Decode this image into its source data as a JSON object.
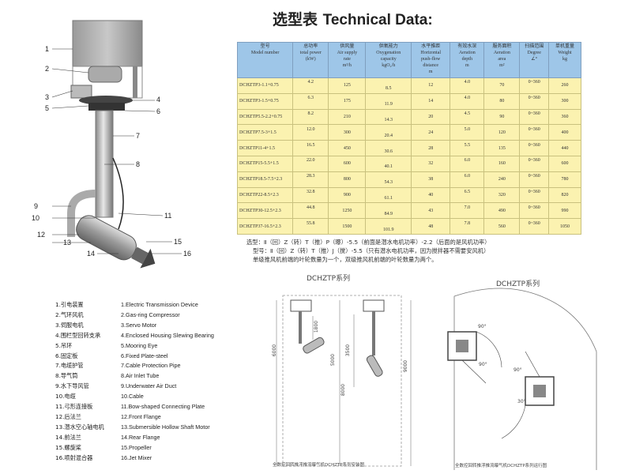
{
  "title": {
    "cn": "选型表",
    "en": "Technical Data:"
  },
  "table": {
    "headers": [
      [
        "型号",
        "Model number"
      ],
      [
        "总功率",
        "total power",
        "(kW)"
      ],
      [
        "供风量",
        "Air supply",
        "rate",
        "m³/h"
      ],
      [
        "供氧能力",
        "Oxygenation",
        "capacity",
        "kgO₂/h"
      ],
      [
        "水平推距",
        "Horizontal",
        "push-flow",
        "distance",
        "m"
      ],
      [
        "有效水深",
        "Aeration",
        "depth",
        "m"
      ],
      [
        "服务面积",
        "Aeration",
        "area",
        "m²"
      ],
      [
        "扫描范围",
        "Degree",
        "∠°"
      ],
      [
        "单机重量",
        "Weight",
        "",
        "kg"
      ]
    ],
    "rows": [
      [
        "DCHZTP3-1.1+0.75",
        "4.2",
        "125",
        "8.5",
        "12",
        "4.0",
        "70",
        "0~360",
        "260"
      ],
      [
        "DCHZTP3-1.5+0.75",
        "6.3",
        "175",
        "11.9",
        "14",
        "4.0",
        "80",
        "0~360",
        "300"
      ],
      [
        "DCHZTP5.5-2.2+0.75",
        "8.2",
        "210",
        "14.3",
        "20",
        "4.5",
        "90",
        "0~360",
        "360"
      ],
      [
        "DCHZTP7.5-3+1.5",
        "12.0",
        "300",
        "20.4",
        "24",
        "5.0",
        "120",
        "0~360",
        "400"
      ],
      [
        "DCHZTP11-4+1.5",
        "16.5",
        "450",
        "30.6",
        "28",
        "5.5",
        "135",
        "0~360",
        "440"
      ],
      [
        "DCHZTP15-5.5+1.5",
        "22.0",
        "600",
        "40.1",
        "32",
        "6.0",
        "160",
        "0~360",
        "600"
      ],
      [
        "DCHZTP18.5-7.5+2.3",
        "28.3",
        "800",
        "54.3",
        "38",
        "6.0",
        "240",
        "0~360",
        "780"
      ],
      [
        "DCHZTP22-8.5+2.3",
        "32.8",
        "900",
        "61.1",
        "40",
        "6.5",
        "320",
        "0~360",
        "820"
      ],
      [
        "DCHZTP30-12.5+2.3",
        "44.8",
        "1250",
        "84.9",
        "43",
        "7.0",
        "490",
        "0~360",
        "990"
      ],
      [
        "DCHZTP37-16.5+2.3",
        "55.8",
        "1500",
        "101.9",
        "48",
        "7.8",
        "560",
        "0~360",
        "1050"
      ]
    ]
  },
  "notes": [
    "选型：Ⅱ（回）Z（转）T（推）P（曝）-5.5（前面是潜水电机功率）-2.2（后面的是风机功率）",
    "型号：Ⅱ（回）Z（转）T（推）J（搅）-5.5（只有潜水电机功率，因为搅拌器不需要安风机）",
    "单级推风机前端的叶轮数量为一个，双级推风机前端的叶轮数量为两个。"
  ],
  "legend_cn": [
    "1.引电装置",
    "2.气环风机",
    "3.伺服电机",
    "4.围栏型回转支承",
    "5.吊环",
    "6.固定板",
    "7.电缆护管",
    "8.导气筒",
    "9.水下导风管",
    "10.电缆",
    "11.弓形连接板",
    "12.后法兰",
    "13.潜水空心轴电机",
    "14.前法兰",
    "15.螺旋桨",
    "16.喷射混合器"
  ],
  "legend_en": [
    "1.Electric Transmission Device",
    "2.Gas-ring Compressor",
    "3.Servo Motor",
    "4.Enclosed Housing Slewing Bearing",
    "5.Mooring Eye",
    "6.Fixed Plate-steel",
    "7.Cable Protection Pipe",
    "8.Air Inlet Tube",
    "9.Underwater Air Duct",
    "10.Cable",
    "11.Bow-shaped Connecting Plate",
    "12.Front Flange",
    "13.Submersible Hollow Shaft Motor",
    "14.Rear Flange",
    "15.Propeller",
    "16.Jet Mixer"
  ],
  "part_numbers": [
    "1",
    "2",
    "3",
    "4",
    "5",
    "6",
    "7",
    "8",
    "9",
    "10",
    "11",
    "12",
    "13",
    "14",
    "15",
    "16"
  ],
  "drawing1": {
    "tag": "DCHZTP系列",
    "dims": [
      "6000",
      "5000",
      "3500",
      "8000",
      "9000",
      "1800"
    ],
    "caption": "全数控回转推浮推流曝气机DCHZTP系列安装图"
  },
  "drawing2": {
    "tag": "DCHZTP系列",
    "angles": [
      "90°",
      "90°",
      "90°",
      "30°"
    ],
    "caption": "全数控回转推浮推流曝气机DCHZTP系列运行图"
  },
  "colors": {
    "header_bg": "#9ec6e8",
    "row_bg": "#fbf2b0"
  }
}
